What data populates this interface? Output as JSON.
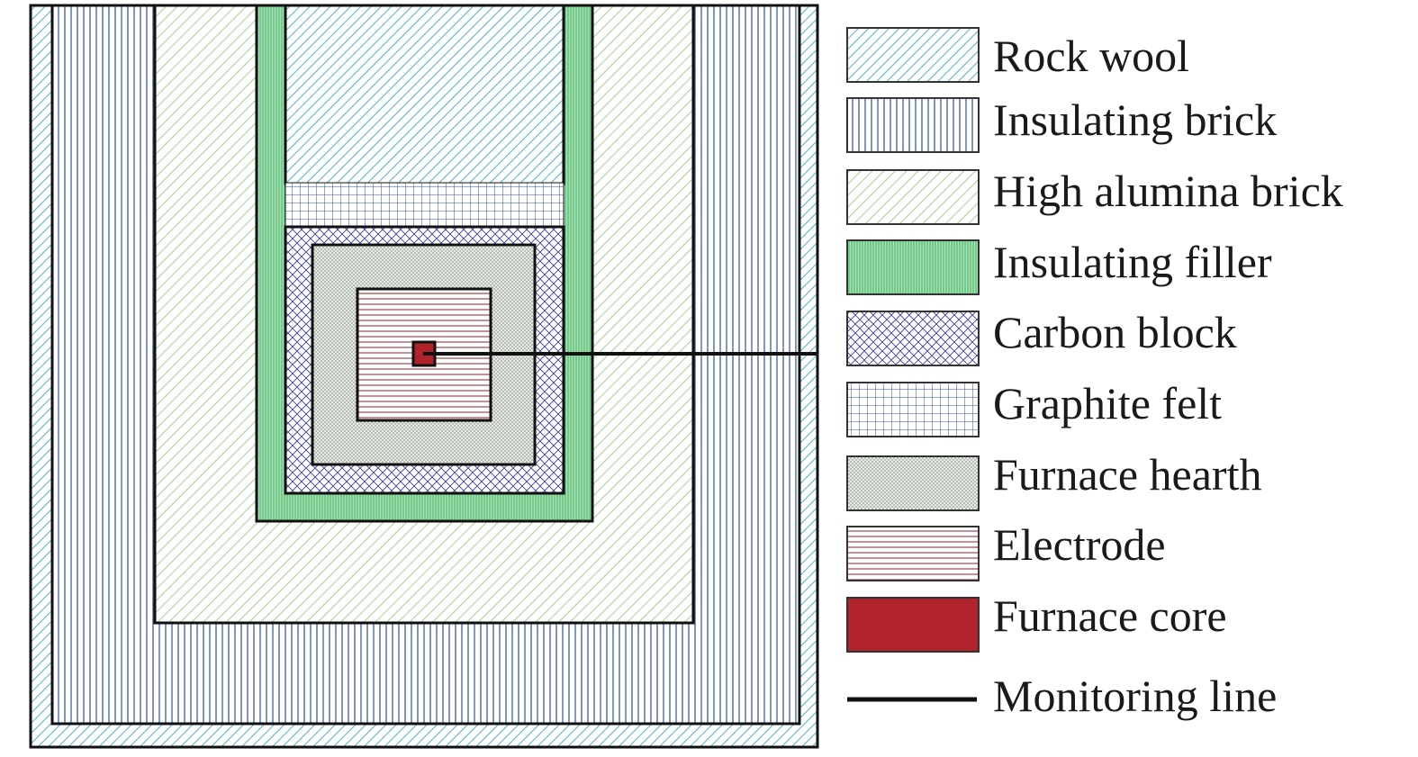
{
  "diagram": {
    "layers": [
      {
        "key": "rock_wool",
        "label": "Rock wool",
        "color": "#4fb3c4",
        "pattern": "diagonal-hatch"
      },
      {
        "key": "insulating_brick",
        "label": "Insulating brick",
        "color": "#2d4f99",
        "pattern": "vertical-lines"
      },
      {
        "key": "high_alumina_brick",
        "label": "High alumina brick",
        "color": "#8cc96a",
        "pattern": "diagonal-hatch"
      },
      {
        "key": "insulating_filler",
        "label": "Insulating filler",
        "color": "#5fc77c",
        "pattern": "fine-vertical-lines"
      },
      {
        "key": "carbon_block",
        "label": "Carbon block",
        "color": "#3a3f9a",
        "pattern": "crosshatch-diagonal"
      },
      {
        "key": "graphite_felt",
        "label": "Graphite felt",
        "color": "#2a4fa8",
        "pattern": "grid"
      },
      {
        "key": "furnace_hearth",
        "label": "Furnace hearth",
        "color": "#9aa59a",
        "pattern": "stipple"
      },
      {
        "key": "electrode",
        "label": "Electrode",
        "color": "#9b1b22",
        "pattern": "horizontal-lines"
      },
      {
        "key": "furnace_core",
        "label": "Furnace core",
        "color": "#b0232a",
        "pattern": "solid"
      }
    ],
    "monitoring_line": {
      "label": "Monitoring line",
      "color": "#111111"
    }
  }
}
